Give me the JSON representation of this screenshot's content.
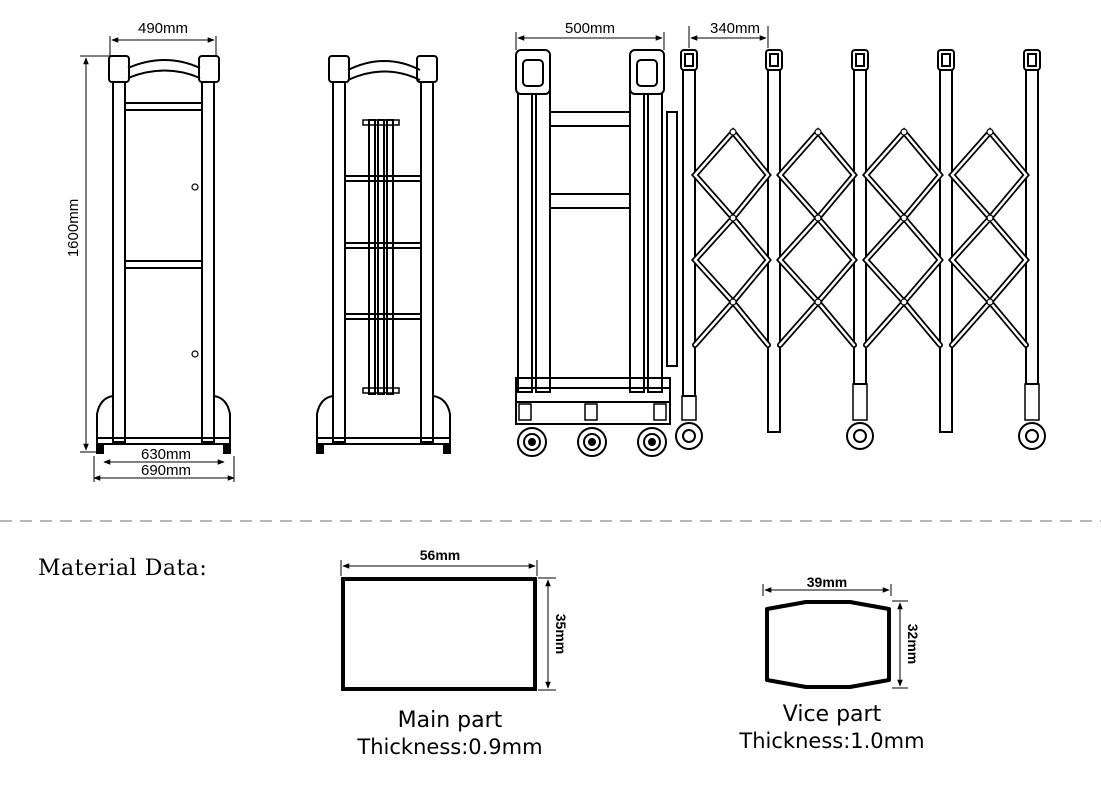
{
  "dimensions": {
    "front_width": "490mm",
    "front_height": "1600mm",
    "base_inner": "630mm",
    "base_outer": "690mm",
    "head_width": "500mm",
    "panel_spacing": "340mm"
  },
  "material": {
    "label": "Material Data:",
    "main": {
      "width": "56mm",
      "height": "35mm",
      "name": "Main part",
      "thickness": "Thickness:0.9mm"
    },
    "vice": {
      "width": "39mm",
      "height": "32mm",
      "name": "Vice part",
      "thickness": "Thickness:1.0mm"
    }
  }
}
